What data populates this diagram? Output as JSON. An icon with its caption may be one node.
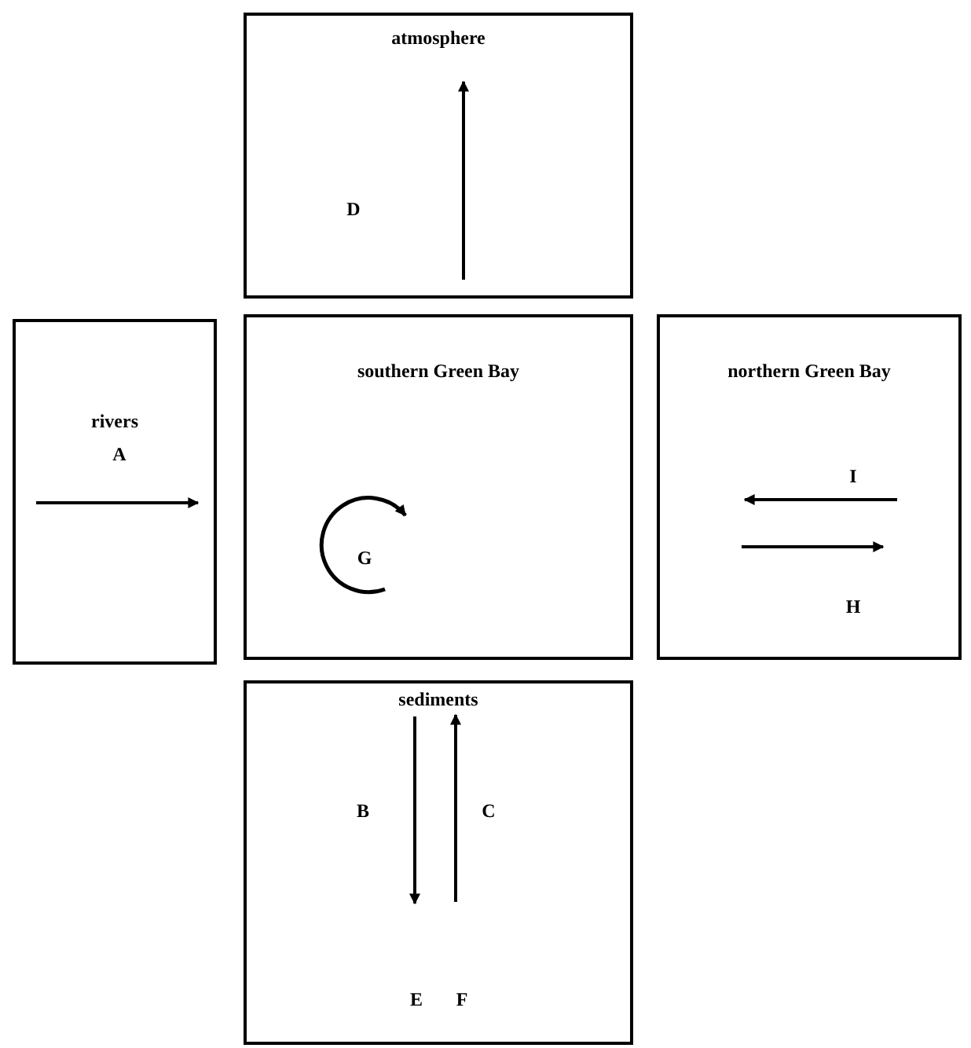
{
  "diagram": {
    "nodes": [
      {
        "text": [
          "atmosphere"
        ]
      },
      {
        "text": [
          "rivers"
        ]
      },
      {
        "text": [
          "southern Green Bay"
        ]
      },
      {
        "text": [
          "northern Green Bay"
        ]
      },
      {
        "text": [
          "sediments"
        ]
      }
    ],
    "labels": [
      "D",
      "A",
      "G",
      "I",
      "H",
      "B",
      "C",
      "E",
      "F"
    ]
  }
}
